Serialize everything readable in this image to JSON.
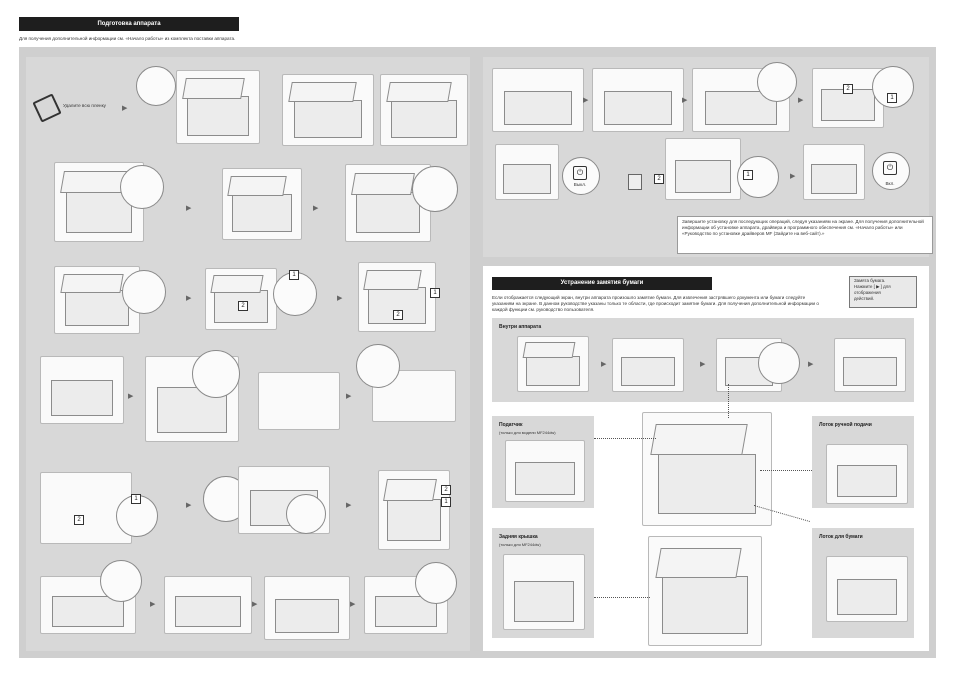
{
  "header": {
    "title": "Подготовка аппарата",
    "subtitle": "Для получения дополнительной информации см. «Начало работы» из комплекта поставки аппарата."
  },
  "left_panel": {
    "step1_caption": "Удалите всю пленку"
  },
  "right_top": {
    "power_off": "Выкл.",
    "power_on": "Вкл.",
    "note": "Завершите установку для последующих операций, следуя указаниям на экране. Для получения дополнительной информации об установке аппарата, драйвера и программного обеспечения см. «Начало работы» или «Руководство по установке драйверов MF (Зайдите на веб-сайт).»"
  },
  "jam": {
    "title": "Устранение замятия бумаги",
    "intro": "Если отображается следующий экран, внутри аппарата произошло замятие бумаги. Для извлечения застрявшего документа или бумаги следуйте указаниям на экране. В данном руководстве указаны только те области, где происходит замятие бумаги. Для получения дополнительной информации о каждой функции см. руководство пользователя.",
    "screen_line1": "Замята бумага.",
    "screen_line2": "Нажмите [ ▶ ] для",
    "screen_line3": "отображения",
    "screen_line4": "действий.",
    "inside_label": "Внутри аппарата",
    "feeder_label": "Податчик",
    "feeder_note": "(только для модели MF244dw)",
    "rear_label": "Задняя крышка",
    "rear_note": "(только для MF244dw)",
    "manual_label": "Лоток ручной подачи",
    "tray_label": "Лоток для бумаги"
  },
  "icons": {
    "arrow": "▶",
    "step_numbers": [
      "1",
      "2"
    ]
  }
}
